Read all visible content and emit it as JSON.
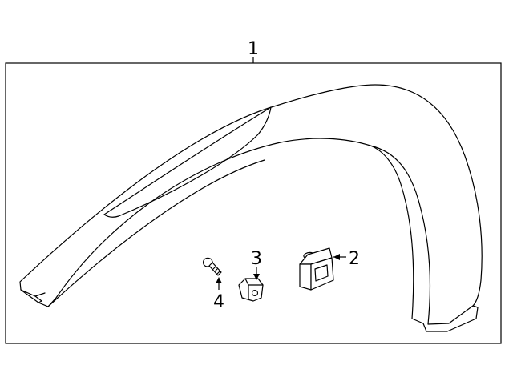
{
  "callouts": {
    "c1": "1",
    "c2": "2",
    "c3": "3",
    "c4": "4"
  },
  "parts": [
    {
      "callout": "1",
      "icon": "wheel-opening-molding"
    },
    {
      "callout": "2",
      "icon": "retainer-clip"
    },
    {
      "callout": "3",
      "icon": "nut-clip"
    },
    {
      "callout": "4",
      "icon": "screw"
    }
  ],
  "colors": {
    "line": "#000000",
    "background": "#ffffff"
  }
}
